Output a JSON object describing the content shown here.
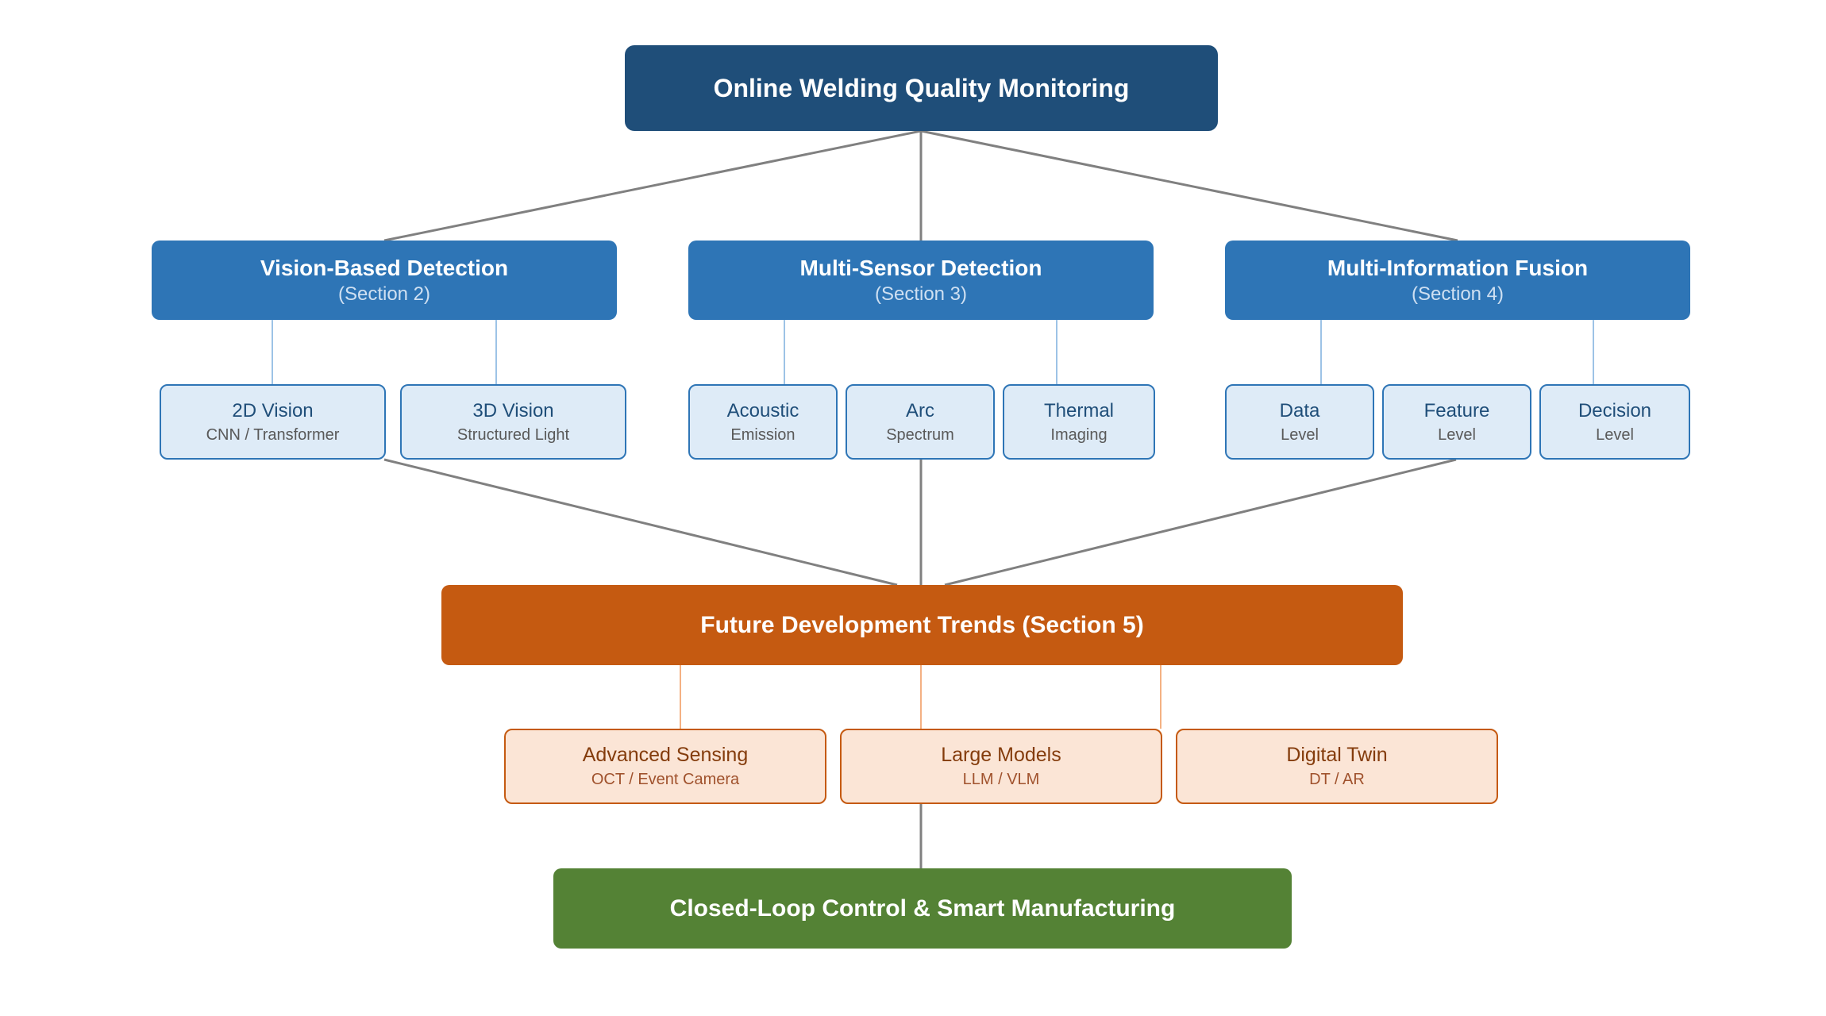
{
  "root": {
    "title": "Online Welding Quality Monitoring"
  },
  "sections": [
    {
      "title": "Vision-Based Detection",
      "subtitle": "(Section 2)"
    },
    {
      "title": "Multi-Sensor Detection",
      "subtitle": "(Section 3)"
    },
    {
      "title": "Multi-Information Fusion",
      "subtitle": "(Section 4)"
    }
  ],
  "methods": [
    {
      "title": "2D Vision",
      "subtitle": "CNN / Transformer"
    },
    {
      "title": "3D Vision",
      "subtitle": "Structured Light"
    },
    {
      "title": "Acoustic",
      "subtitle": "Emission"
    },
    {
      "title": "Arc",
      "subtitle": "Spectrum"
    },
    {
      "title": "Thermal",
      "subtitle": "Imaging"
    },
    {
      "title": "Data",
      "subtitle": "Level"
    },
    {
      "title": "Feature",
      "subtitle": "Level"
    },
    {
      "title": "Decision",
      "subtitle": "Level"
    }
  ],
  "future": {
    "title": "Future Development Trends (Section 5)"
  },
  "trends": [
    {
      "title": "Advanced Sensing",
      "subtitle": "OCT / Event Camera"
    },
    {
      "title": "Large Models",
      "subtitle": "LLM / VLM"
    },
    {
      "title": "Digital Twin",
      "subtitle": "DT / AR"
    }
  ],
  "final": {
    "title": "Closed-Loop Control & Smart Manufacturing"
  },
  "colors": {
    "root": "#1f4e79",
    "section": "#2e75b6",
    "method_fill": "#deebf7",
    "future": "#c55a11",
    "trend_fill": "#fbe5d6",
    "final": "#548235",
    "main_connector": "#808080",
    "blue_connector": "#9dc3e6",
    "orange_connector": "#f4b183"
  }
}
